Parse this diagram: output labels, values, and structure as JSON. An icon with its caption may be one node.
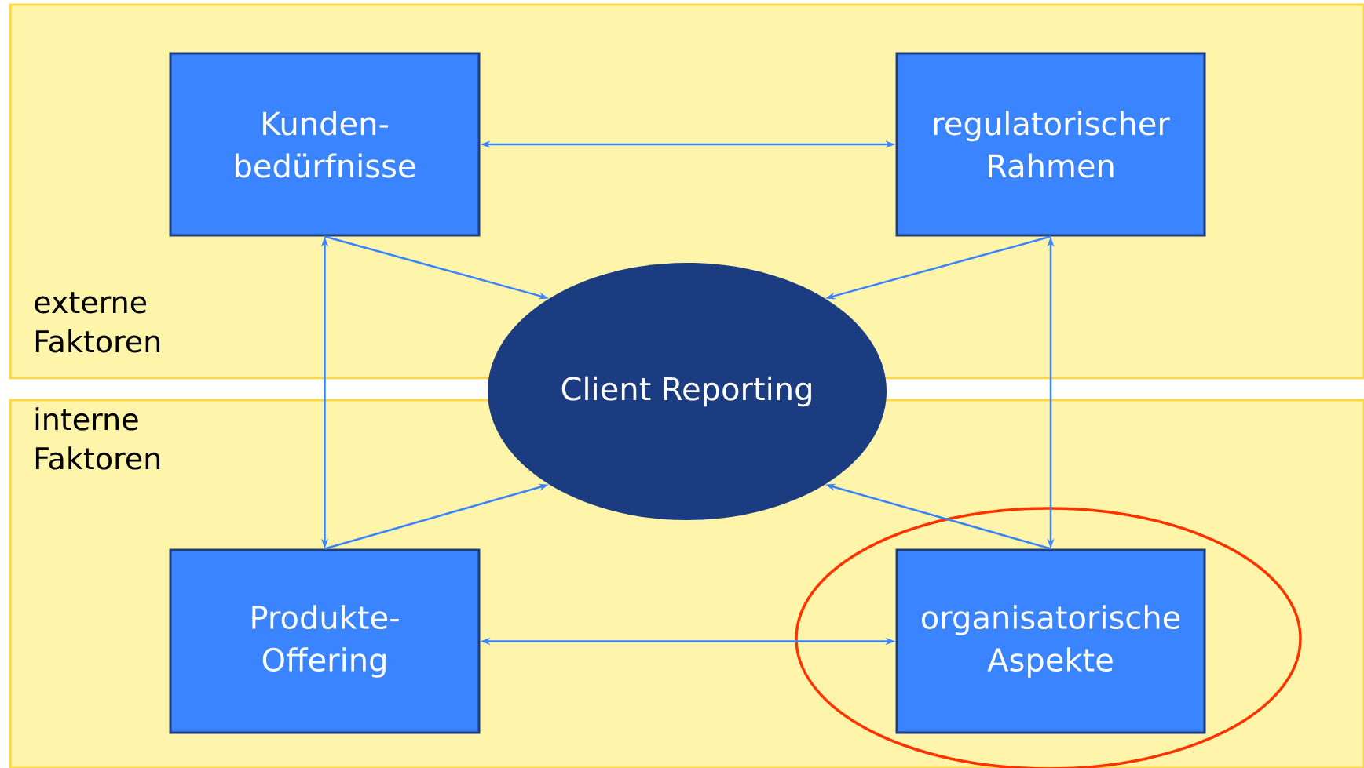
{
  "diagram": {
    "nodes": [
      {
        "text": [
          "externe Faktoren"
        ]
      },
      {
        "text": [
          "interne Faktoren"
        ]
      },
      {
        "text": [
          "Kunden- bedürfnisse"
        ],
        "in": 0
      },
      {
        "text": [
          "regulatorischer Rahmen"
        ],
        "in": 0
      },
      {
        "text": [
          "Client Reporting"
        ]
      },
      {
        "text": [
          "Produkte- Offering"
        ],
        "in": 1
      },
      {
        "text": [
          "organisatorische Aspekte"
        ],
        "in": 1
      }
    ],
    "edges": [
      {
        "from": 2,
        "to": 3,
        "arrow": "both"
      },
      {
        "from": 2,
        "to": 4,
        "arrow": "to"
      },
      {
        "from": 3,
        "to": 4,
        "arrow": "to"
      },
      {
        "from": 2,
        "to": 5,
        "arrow": "both"
      },
      {
        "from": 3,
        "to": 6,
        "arrow": "both"
      },
      {
        "from": 5,
        "to": 4,
        "arrow": "to"
      },
      {
        "from": 6,
        "to": 4,
        "arrow": "to"
      },
      {
        "from": 5,
        "to": 6,
        "arrow": "both"
      }
    ]
  }
}
